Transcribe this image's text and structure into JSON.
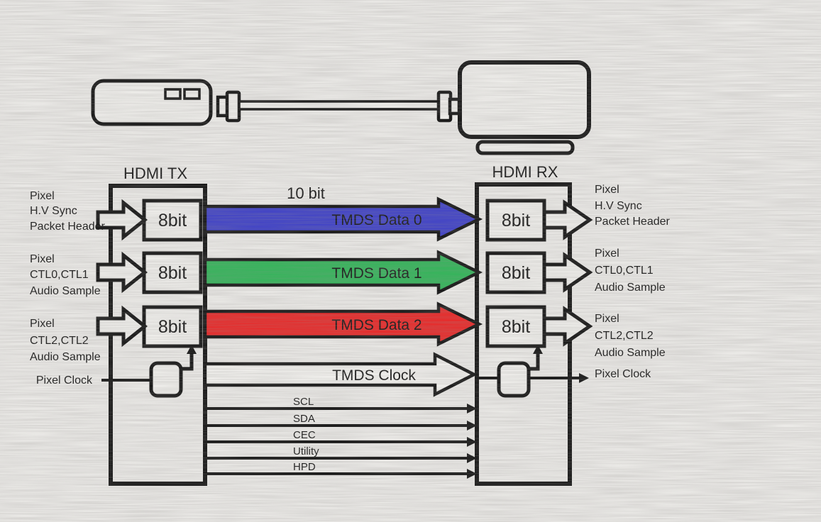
{
  "title_tx": "HDMI TX",
  "title_rx": "HDMI RX",
  "ten_bit": "10 bit",
  "labels": {
    "bit_box": "8bit"
  },
  "channels": [
    {
      "name": "TMDS Data 0",
      "color": "#3b3dcb"
    },
    {
      "name": "TMDS Data  1",
      "color": "#2eb757"
    },
    {
      "name": "TMDS Data  2",
      "color": "#ee2323"
    },
    {
      "name": "TMDS Clock",
      "color": "#f9f8f5"
    }
  ],
  "tx_inputs": [
    {
      "lines": [
        "Pixel",
        "H.V Sync",
        "Packet Header"
      ]
    },
    {
      "lines": [
        "Pixel",
        "CTL0,CTL1",
        "Audio Sample"
      ]
    },
    {
      "lines": [
        "Pixel",
        "CTL2,CTL2",
        "Audio Sample"
      ]
    }
  ],
  "rx_outputs": [
    {
      "lines": [
        "Pixel",
        "H.V Sync",
        "Packet Header"
      ]
    },
    {
      "lines": [
        "Pixel",
        "CTL0,CTL1",
        "Audio Sample"
      ]
    },
    {
      "lines": [
        "Pixel",
        "CTL2,CTL2",
        "Audio Sample"
      ]
    }
  ],
  "pixel_clock_tx": "Pixel Clock",
  "pixel_clock_rx": "Pixel Clock",
  "control_lines": [
    "SCL",
    "SDA",
    "CEC",
    "Utility",
    "HPD"
  ]
}
